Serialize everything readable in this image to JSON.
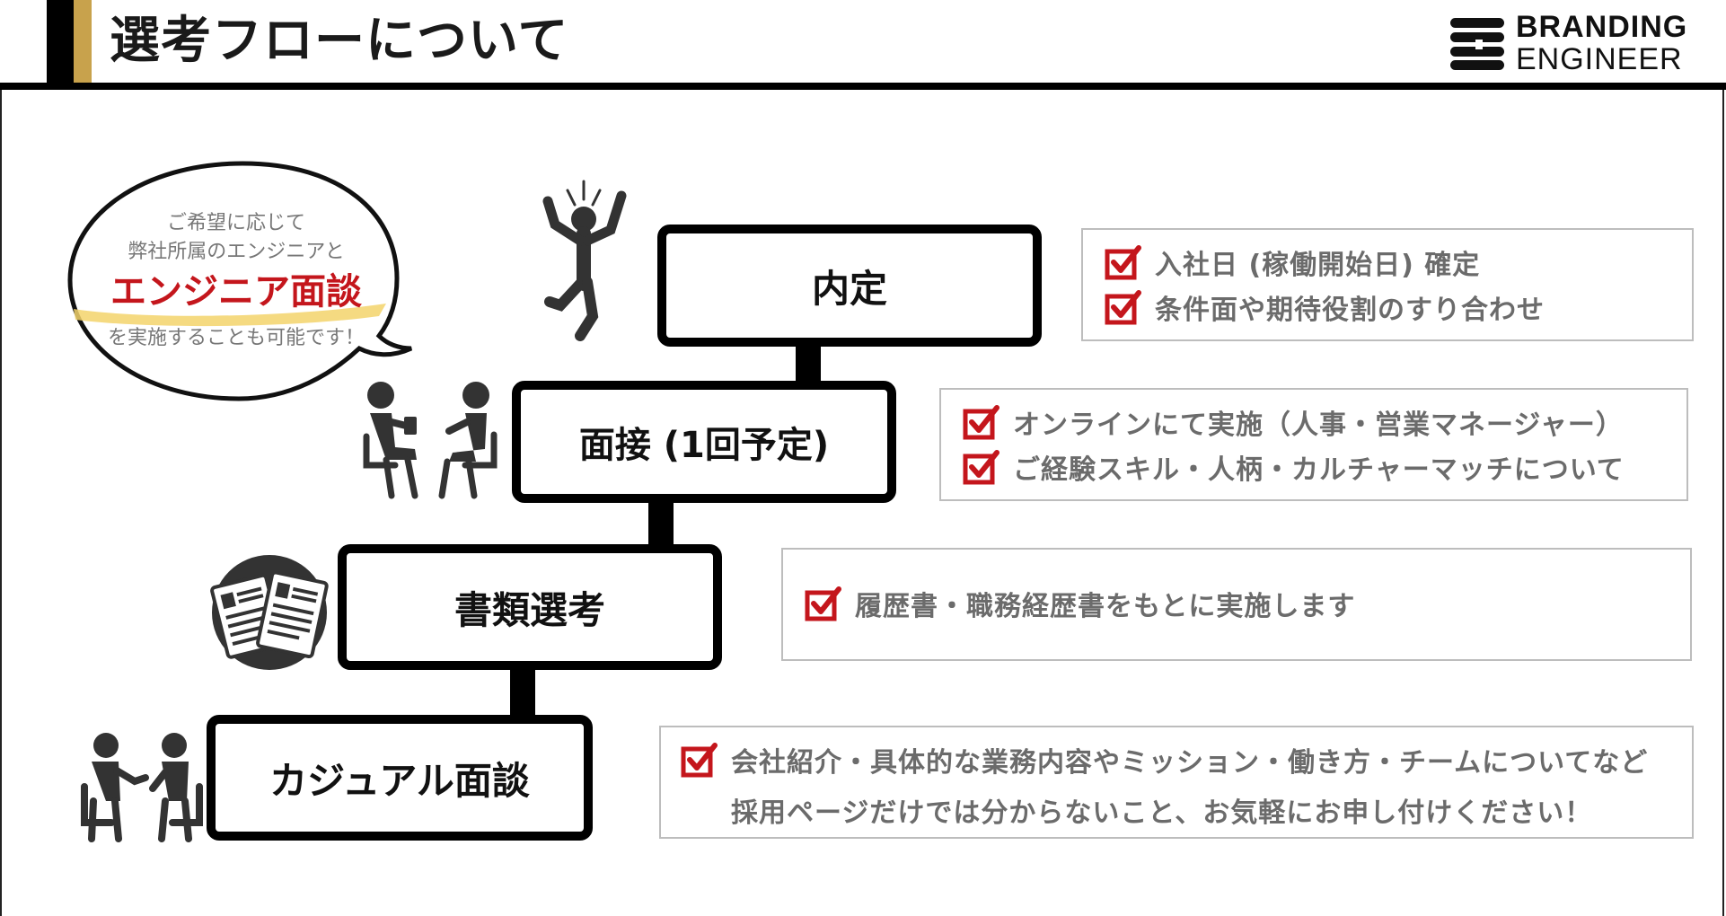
{
  "header": {
    "title": "選考フローについて",
    "logo_line1": "BRANDING",
    "logo_line2": "ENGINEER"
  },
  "bubble": {
    "line1": "ご希望に応じて",
    "line2": "弊社所属のエンジニアと",
    "highlight": "エンジニア面談",
    "line3": "を実施することも可能です！"
  },
  "steps": [
    {
      "label": "内定",
      "icon": "celebrating-person-icon",
      "details": [
        "入社日 (稼働開始日) 確定",
        "条件面や期待役割のすり合わせ"
      ]
    },
    {
      "label": "面接 (1回予定)",
      "icon": "interview-people-icon",
      "details": [
        "オンラインにて実施（人事・営業マネージャー）",
        "ご経験スキル・人柄・カルチャーマッチについて"
      ]
    },
    {
      "label": "書類選考",
      "icon": "documents-icon",
      "details": [
        "履歴書・職務経歴書をもとに実施します"
      ]
    },
    {
      "label": "カジュアル面談",
      "icon": "casual-talk-icon",
      "details": [
        "会社紹介・具体的な業務内容やミッション・働き方・チームについてなど",
        "採用ページだけでは分からないこと、お気軽にお申し付けください！"
      ]
    }
  ],
  "colors": {
    "accent_gold": "#c8a24c",
    "check_red": "#c4161c",
    "highlight_red": "#c4161c",
    "highlight_yellow": "#f3d36b"
  }
}
